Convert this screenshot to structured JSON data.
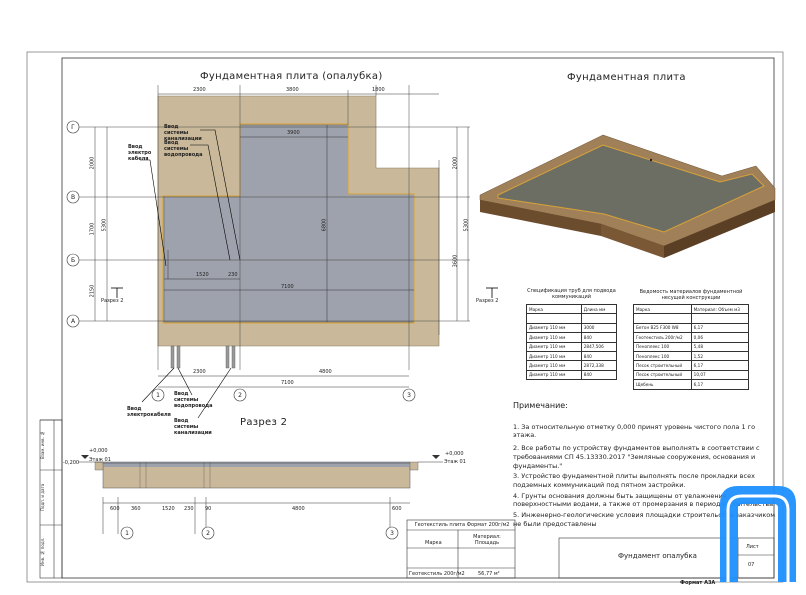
{
  "drawing": {
    "plan_title": "Фундаментная плита (опалубка)",
    "iso_title": "Фундаментная плита",
    "section_title": "Разрез 2",
    "axes_rows": [
      "Г",
      "В",
      "Б",
      "А"
    ],
    "axes_cols": [
      "1",
      "2",
      "3"
    ],
    "dims_top": [
      "2300",
      "3800",
      "1800"
    ],
    "dim_inner_top": "3900",
    "dims_left": [
      "2000",
      "1700",
      "2150"
    ],
    "dim_left_total": "5300",
    "dims_right": [
      "2000",
      "3600"
    ],
    "dim_right_total": "5300",
    "dim_vertical_inner": "6800",
    "dim_1520": "1520",
    "dim_230": "230",
    "dim_7100": "7100",
    "dims_bottom": [
      "2300",
      "4800"
    ],
    "dim_bottom_total": "7100",
    "section_cut_label": "Разрез 2",
    "callouts": {
      "sewer_out": "Ввод системы канализации",
      "water_in": "Ввод системы водопровода",
      "power_in": "Ввод электро кабеля",
      "water_in_2": "Ввод системы водопровода",
      "power_in_2": "Ввод электрокабеля",
      "sewer_out_2": "Ввод системы канализации"
    },
    "section": {
      "level_left": "+0,000",
      "level_left_low": "-0,200",
      "level_right": "+0,000",
      "floor_left": "Этаж 01",
      "floor_right": "Этаж 01",
      "dims": [
        "600",
        "360",
        "1520",
        "230",
        "90",
        "4800",
        "600"
      ]
    }
  },
  "pipe_table": {
    "title": "Спецификация труб для подвода коммуникаций",
    "headers": [
      "Марка",
      "Длина мм"
    ],
    "rows": [
      [
        "Диаметр 110 мм",
        "3000"
      ],
      [
        "Диаметр 110 мм",
        "840"
      ],
      [
        "Диаметр 110 мм",
        "2847,506"
      ],
      [
        "Диаметр 110 мм",
        "840"
      ],
      [
        "Диаметр 110 мм",
        "2872,338"
      ],
      [
        "Диаметр 110 мм",
        "840"
      ]
    ]
  },
  "material_table": {
    "title": "Ведомость материалов фундаментной несущей конструкции",
    "headers": [
      "Марка",
      "Материал: Объем м3"
    ],
    "rows": [
      [
        "Бетон В25 F300 W8",
        "6,17"
      ],
      [
        "Геотекстиль 200г/м2",
        "0,06"
      ],
      [
        "Пеноплекс 100",
        "5,48"
      ],
      [
        "Пеноплекс 100",
        "1,52"
      ],
      [
        "Песок строительный",
        "6,17"
      ],
      [
        "Песок строительный",
        "10,07"
      ],
      [
        "Щебень",
        "6,17"
      ]
    ]
  },
  "geotextile_table": {
    "title": "Геотекстиль плита Формат 200г/м2",
    "headers": [
      "Марка",
      "Материал: Площадь"
    ],
    "rows": [
      [
        "Геотекстиль 200г/м2",
        "56,77 м²"
      ]
    ]
  },
  "notes": {
    "header": "Примечание:",
    "items": [
      "1.   За относительную отметку 0,000 принят уровень чистого пола 1 го этажа.",
      "2.   Все работы по устройству фундаментов выполнять в соответствии с требованиями СП 45.13330.2017 \"Земляные сооружения, основания и фундаменты.\"",
      "3.   Устройство фундаментной плиты выполнять после прокладки всех подземных коммуникаций под пятном застройки.",
      "4.   Грунты основания должны быть защищены от увлажнения поверхностными водами, а также от промерзания в период строительства.",
      "5. Инженерно-геологические условия площадки строительства заказчиком не были предоставлены"
    ]
  },
  "stamp": {
    "sheet_name": "Фундамент опалубка",
    "sheet_label": "Лист",
    "sheet_number": "07",
    "format": "Формат А3А"
  },
  "side_labels": [
    "Взам. инв. №",
    "Подп. и дата",
    "Инв. № подл."
  ],
  "colors": {
    "slab_tan": "#c9b99a",
    "slab_gray": "#9ea2ac",
    "iso_concrete": "#6d6e63",
    "iso_edge": "#8a6a45",
    "logo_blue": "#1e90ff"
  }
}
